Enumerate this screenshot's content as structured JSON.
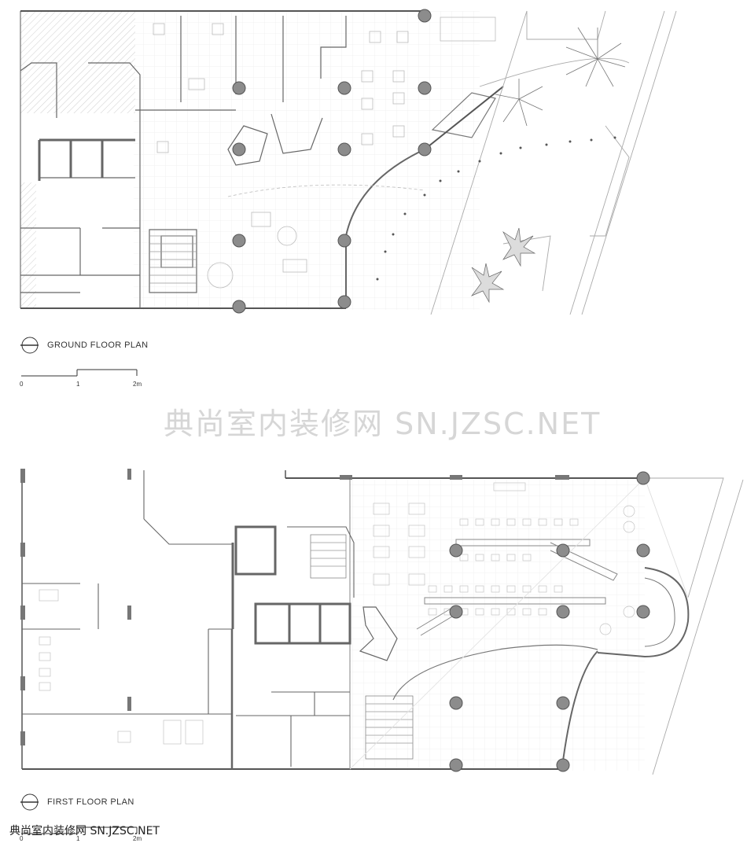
{
  "ground": {
    "title": "GROUND FLOOR PLAN",
    "scale": [
      "0",
      "1",
      "2m"
    ]
  },
  "first": {
    "title": "FIRST FLOOR PLAN",
    "scale": [
      "0",
      "1",
      "2m"
    ]
  },
  "watermark": {
    "main": "典尚室内装修网 SN.JZSC.NET",
    "corner": "典尚室内装修网 SN.JZSC.NET"
  },
  "colors": {
    "line": "#9a9a9a",
    "wall": "#555555",
    "column": "#8c8c8c",
    "grid": "#e6e6e6"
  }
}
